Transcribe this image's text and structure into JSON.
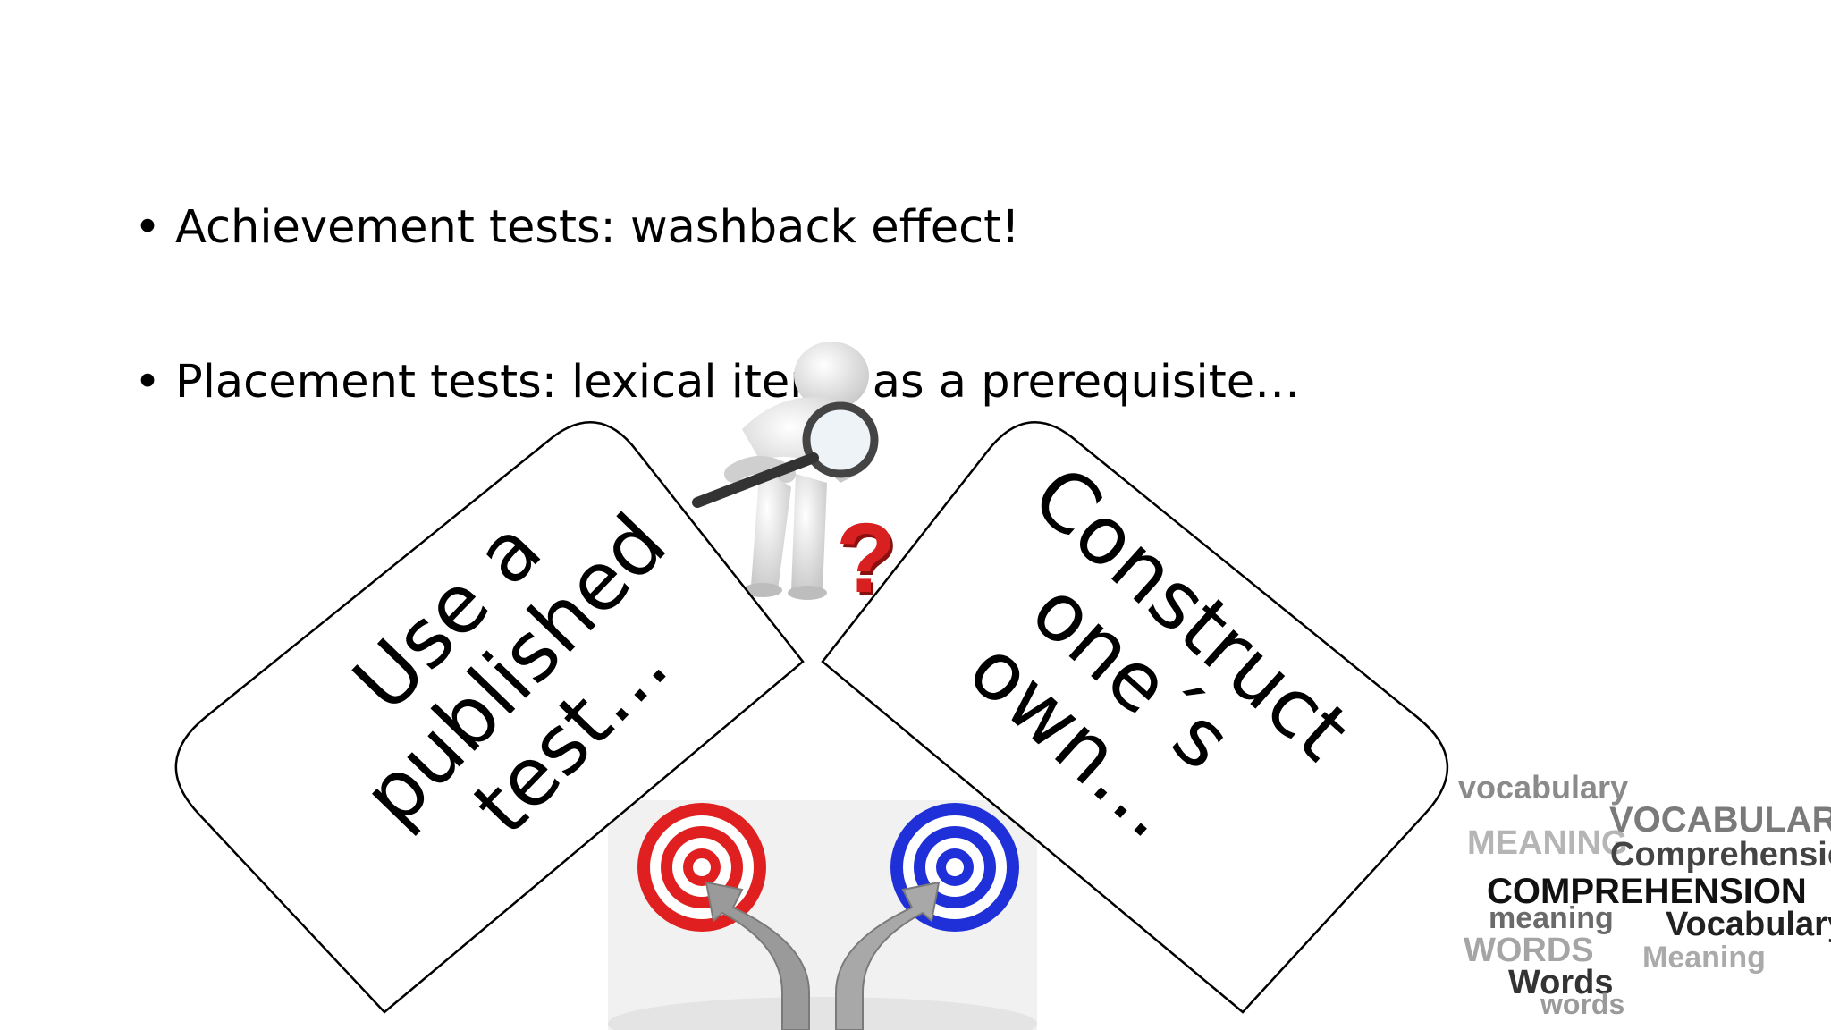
{
  "bullets": [
    {
      "marker": "•",
      "text": "Achievement tests:  washback effect!"
    },
    {
      "marker": "•",
      "text": "Placement tests: lexical items as a prerequisite…"
    }
  ],
  "left_card": {
    "lines": [
      "Use a",
      "published",
      "test…"
    ]
  },
  "right_card": {
    "lines": [
      "Construct",
      "one´s",
      "own…"
    ]
  },
  "question_mark": "?",
  "word_cloud": [
    "vocabulary",
    "VOCABULARY",
    "MEANING",
    "Comprehension",
    "COMPREHENSION",
    "meaning",
    "Vocabulary",
    "WORDS",
    "Meaning",
    "Words",
    "words"
  ],
  "colors": {
    "target_left": "#e02020",
    "target_right": "#2030d8",
    "question_mark": "#d82020",
    "arrow": "#9a9a9a"
  },
  "icons": [
    "magnifying-person-illustration",
    "question-mark-icon",
    "split-arrow-targets-illustration"
  ]
}
